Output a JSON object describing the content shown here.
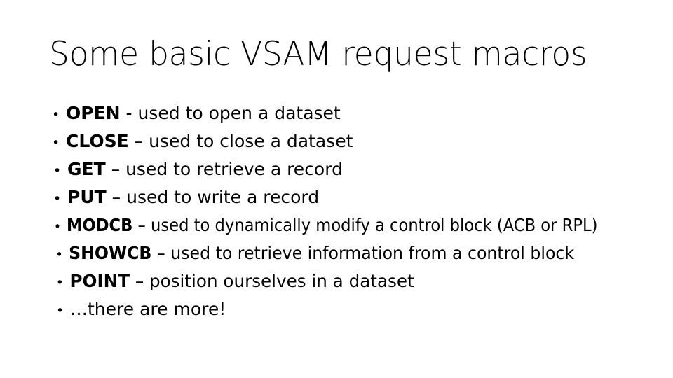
{
  "slide": {
    "background_color": "#ffffff",
    "text_color": "#000000",
    "title": "Some basic VSAM request macros",
    "bullet_glyph": "•",
    "items": [
      {
        "bullet": "•",
        "term": "OPEN",
        "separator": " - ",
        "description": "used to open a dataset",
        "full_text": "OPEN - used to open a dataset"
      },
      {
        "bullet": "•",
        "term": "CLOSE",
        "separator": " – ",
        "description": "used to close a dataset",
        "full_text": "CLOSE – used to close a dataset"
      },
      {
        "bullet": "•",
        "term": "GET",
        "separator": " – ",
        "description": "used to retrieve a record",
        "full_text": "GET – used to retrieve a record"
      },
      {
        "bullet": "•",
        "term": "PUT",
        "separator": " – ",
        "description": "used to write a record",
        "full_text": "PUT – used to write a record"
      },
      {
        "bullet": "•",
        "term": "MODCB",
        "separator": " – ",
        "description": "used to dynamically modify a control block (ACB or RPL)",
        "full_text": "MODCB – used to dynamically modify a control block (ACB or RPL)"
      },
      {
        "bullet": "•",
        "term": "SHOWCB",
        "separator": " – ",
        "description": "used to retrieve information from a control block",
        "full_text": "SHOWCB – used to retrieve information from a control block"
      },
      {
        "bullet": "•",
        "term": "POINT",
        "separator": " – ",
        "description": "position ourselves in a dataset",
        "full_text": "POINT – position ourselves in a dataset"
      },
      {
        "bullet": "•",
        "term": "",
        "separator": "",
        "description": "…there are more!",
        "full_text": "…there are more!"
      }
    ]
  }
}
